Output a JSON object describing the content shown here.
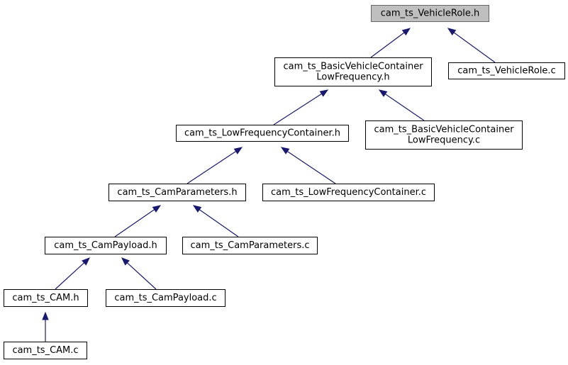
{
  "nodes": [
    {
      "id": "n_vrole_h",
      "lines": [
        "cam_ts_VehicleRole.h"
      ],
      "root": true
    },
    {
      "id": "n_bvclf_h",
      "lines": [
        "cam_ts_BasicVehicleContainer",
        "LowFrequency.h"
      ]
    },
    {
      "id": "n_vrole_c",
      "lines": [
        "cam_ts_VehicleRole.c"
      ]
    },
    {
      "id": "n_lfc_h",
      "lines": [
        "cam_ts_LowFrequencyContainer.h"
      ]
    },
    {
      "id": "n_bvclf_c",
      "lines": [
        "cam_ts_BasicVehicleContainer",
        "LowFrequency.c"
      ]
    },
    {
      "id": "n_cp_h",
      "lines": [
        "cam_ts_CamParameters.h"
      ]
    },
    {
      "id": "n_lfc_c",
      "lines": [
        "cam_ts_LowFrequencyContainer.c"
      ]
    },
    {
      "id": "n_cpay_h",
      "lines": [
        "cam_ts_CamPayload.h"
      ]
    },
    {
      "id": "n_cp_c",
      "lines": [
        "cam_ts_CamParameters.c"
      ]
    },
    {
      "id": "n_cam_h",
      "lines": [
        "cam_ts_CAM.h"
      ]
    },
    {
      "id": "n_cpay_c",
      "lines": [
        "cam_ts_CamPayload.c"
      ]
    },
    {
      "id": "n_cam_c",
      "lines": [
        "cam_ts_CAM.c"
      ]
    }
  ],
  "edges": [
    {
      "from": "n_bvclf_h",
      "to": "n_vrole_h"
    },
    {
      "from": "n_vrole_c",
      "to": "n_vrole_h"
    },
    {
      "from": "n_lfc_h",
      "to": "n_bvclf_h"
    },
    {
      "from": "n_bvclf_c",
      "to": "n_bvclf_h"
    },
    {
      "from": "n_cp_h",
      "to": "n_lfc_h"
    },
    {
      "from": "n_lfc_c",
      "to": "n_lfc_h"
    },
    {
      "from": "n_cpay_h",
      "to": "n_cp_h"
    },
    {
      "from": "n_cp_c",
      "to": "n_cp_h"
    },
    {
      "from": "n_cam_h",
      "to": "n_cpay_h"
    },
    {
      "from": "n_cpay_c",
      "to": "n_cpay_h"
    },
    {
      "from": "n_cam_c",
      "to": "n_cam_h"
    }
  ],
  "colors": {
    "edge": "#191970",
    "root_fill": "#bfbfbf",
    "root_border": "#666666",
    "node_fill": "#ffffff",
    "node_border": "#000000"
  }
}
